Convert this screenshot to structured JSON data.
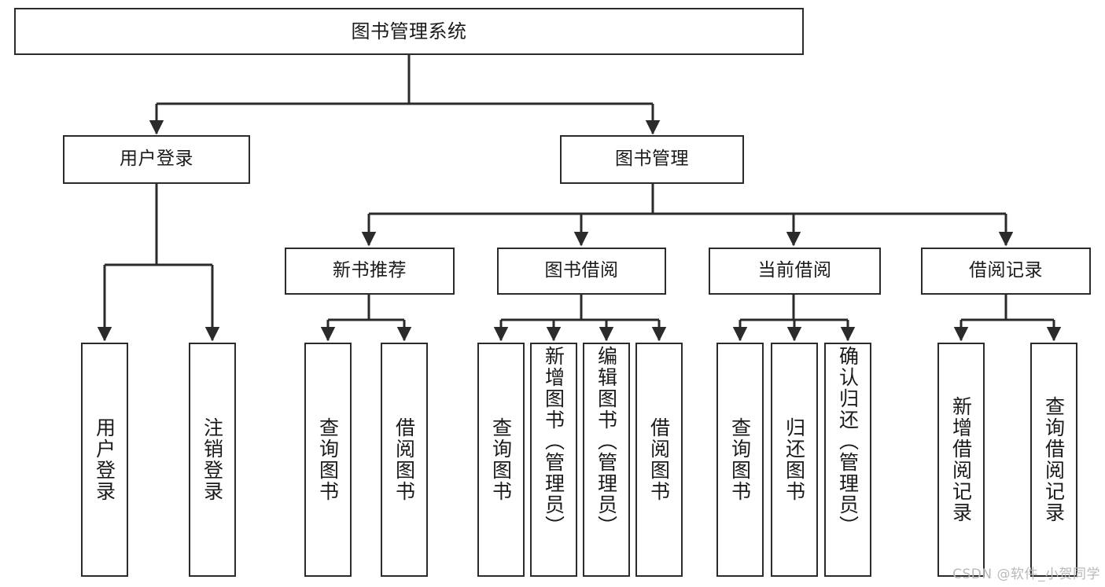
{
  "diagram": {
    "title": "图书管理系统",
    "type": "tree",
    "background_color": "#ffffff",
    "line_color": "#2b2b2b",
    "box_border_color": "#2b2b2b",
    "text_color": "#1a1a1a"
  },
  "nodes": {
    "root": {
      "label": "图书管理系统",
      "level": 0
    },
    "level1": [
      {
        "id": "user-login",
        "label": "用户登录"
      },
      {
        "id": "book-manage",
        "label": "图书管理"
      }
    ],
    "level2": [
      {
        "id": "new-book-recommend",
        "label": "新书推荐",
        "parent": "book-manage"
      },
      {
        "id": "book-borrow",
        "label": "图书借阅",
        "parent": "book-manage"
      },
      {
        "id": "current-borrow",
        "label": "当前借阅",
        "parent": "book-manage"
      },
      {
        "id": "borrow-record",
        "label": "借阅记录",
        "parent": "book-manage"
      }
    ],
    "leaves": {
      "user_login": [
        {
          "id": "leaf-user-login",
          "label": "用户登录"
        },
        {
          "id": "leaf-logout",
          "label": "注销登录"
        }
      ],
      "new_book_recommend": [
        {
          "id": "leaf-query-book-1",
          "label": "查询图书"
        },
        {
          "id": "leaf-borrow-book-1",
          "label": "借阅图书"
        }
      ],
      "book_borrow": [
        {
          "id": "leaf-query-book-2",
          "label": "查询图书"
        },
        {
          "id": "leaf-add-book",
          "label": "新增图书（管理员）"
        },
        {
          "id": "leaf-edit-book",
          "label": "编辑图书（管理员）"
        },
        {
          "id": "leaf-borrow-book-2",
          "label": "借阅图书"
        }
      ],
      "current_borrow": [
        {
          "id": "leaf-query-book-3",
          "label": "查询图书"
        },
        {
          "id": "leaf-return-book",
          "label": "归还图书"
        },
        {
          "id": "leaf-confirm-return",
          "label": "确认归还（管理员）"
        }
      ],
      "borrow_record": [
        {
          "id": "leaf-add-record",
          "label": "新增借阅记录"
        },
        {
          "id": "leaf-query-record",
          "label": "查询借阅记录"
        }
      ]
    }
  },
  "watermark": {
    "text": "CSDN @软件_小贺同学"
  }
}
